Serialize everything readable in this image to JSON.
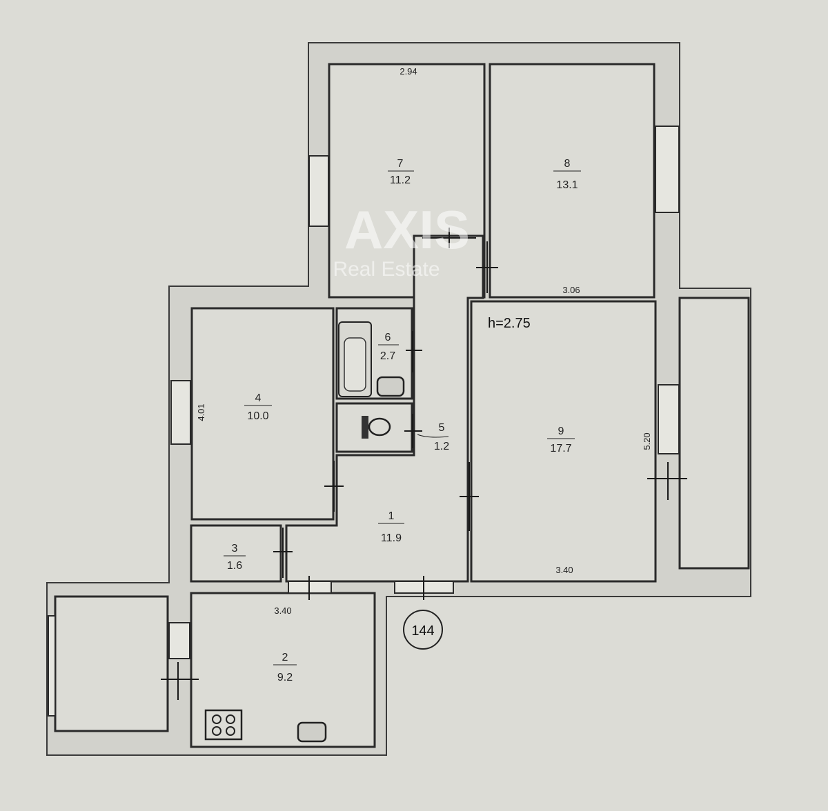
{
  "ceiling_height": "h=2.75",
  "apartment_number": "144",
  "watermark": {
    "brand": "AXIS",
    "sub": "Real Estate"
  },
  "rooms": [
    {
      "number": "1",
      "area": "11.9"
    },
    {
      "number": "2",
      "area": "9.2"
    },
    {
      "number": "3",
      "area": "1.6"
    },
    {
      "number": "4",
      "area": "10.0"
    },
    {
      "number": "5",
      "area": "1.2"
    },
    {
      "number": "6",
      "area": "2.7"
    },
    {
      "number": "7",
      "area": "11.2"
    },
    {
      "number": "8",
      "area": "13.1"
    },
    {
      "number": "9",
      "area": "17.7"
    }
  ],
  "dimensions": {
    "room7_width": "2.94",
    "room8_width": "3.06",
    "room4_length": "4.01",
    "room9_length": "5.20",
    "room9_width": "3.40",
    "room2_width": "3.40"
  }
}
